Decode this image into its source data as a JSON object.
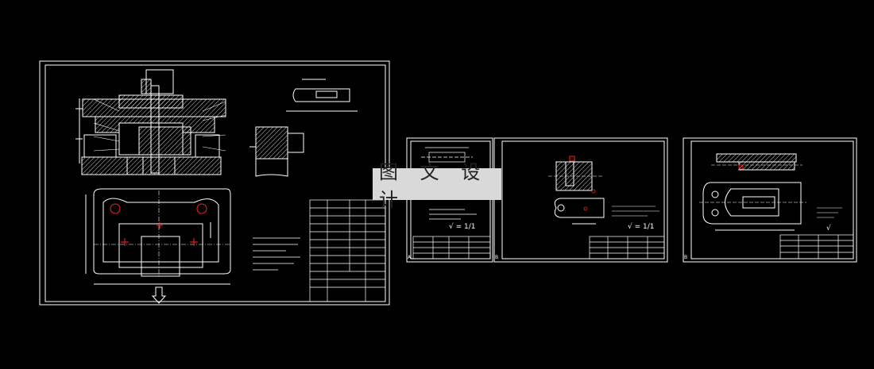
{
  "watermark": {
    "text": "图 文 设 计"
  },
  "sheets": [
    {
      "id": "assembly",
      "roughness_symbol": ""
    },
    {
      "id": "part-1",
      "sheet_no": "A",
      "roughness_symbol": "√ = 1/1"
    },
    {
      "id": "part-2",
      "sheet_no": "B",
      "roughness_symbol": "√ = 1/1"
    },
    {
      "id": "part-3",
      "sheet_no": "B",
      "roughness_symbol": "√"
    }
  ],
  "colors": {
    "background": "#000000",
    "line": "#ffffff",
    "hatch": "#ffffff",
    "center_mark": "#ff2020",
    "accent": "#ffd700",
    "watermark_bg": "#d9d9d9"
  }
}
